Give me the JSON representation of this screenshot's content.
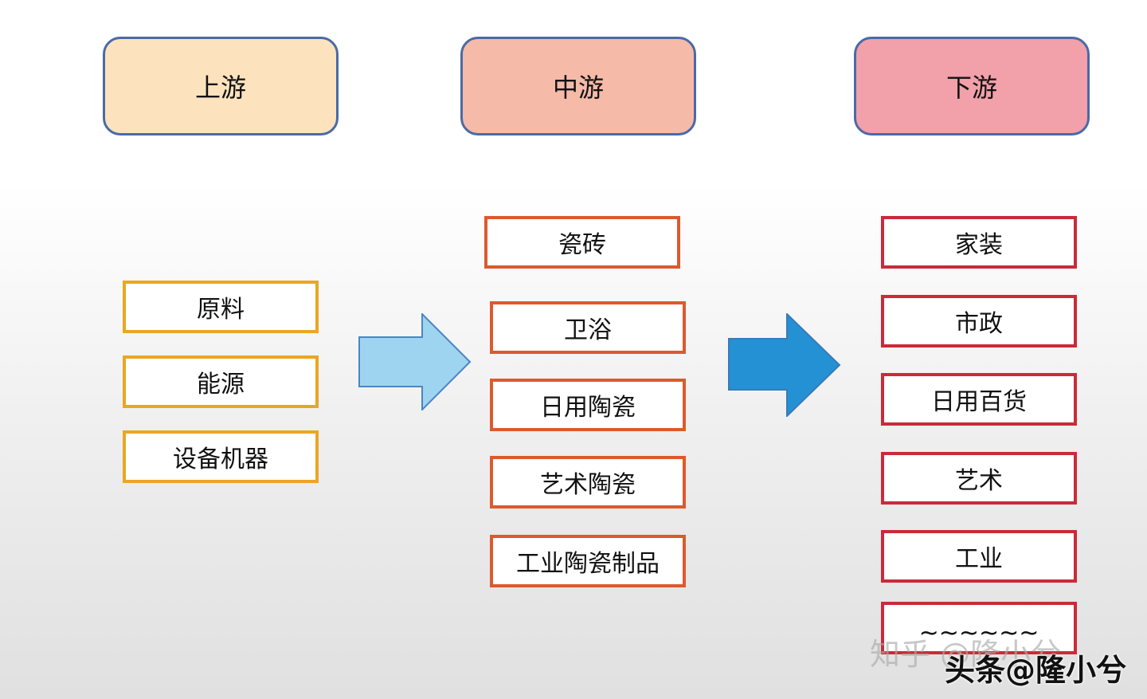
{
  "headers": {
    "upstream": "上游",
    "midstream": "中游",
    "downstream": "下游"
  },
  "upstream_items": [
    "原料",
    "能源",
    "设备机器"
  ],
  "midstream_items": [
    "瓷砖",
    "卫浴",
    "日用陶瓷",
    "艺术陶瓷",
    "工业陶瓷制品"
  ],
  "downstream_items": [
    "家装",
    "市政",
    "日用百货",
    "艺术",
    "工业",
    "~~~~~~"
  ],
  "watermarks": {
    "zhihu": "知乎 @隆小兮",
    "toutiao": "头条@隆小兮"
  },
  "colors": {
    "upstream_header": "#fde3bd",
    "midstream_header": "#f6baa8",
    "downstream_header": "#f2a0aa",
    "header_border": "#4a6aa6",
    "upstream_border": "#eba624",
    "midstream_border": "#dc5a2d",
    "downstream_border": "#cb2a3a",
    "arrow_light": "#9fd4f0",
    "arrow_dark": "#2491d4"
  }
}
